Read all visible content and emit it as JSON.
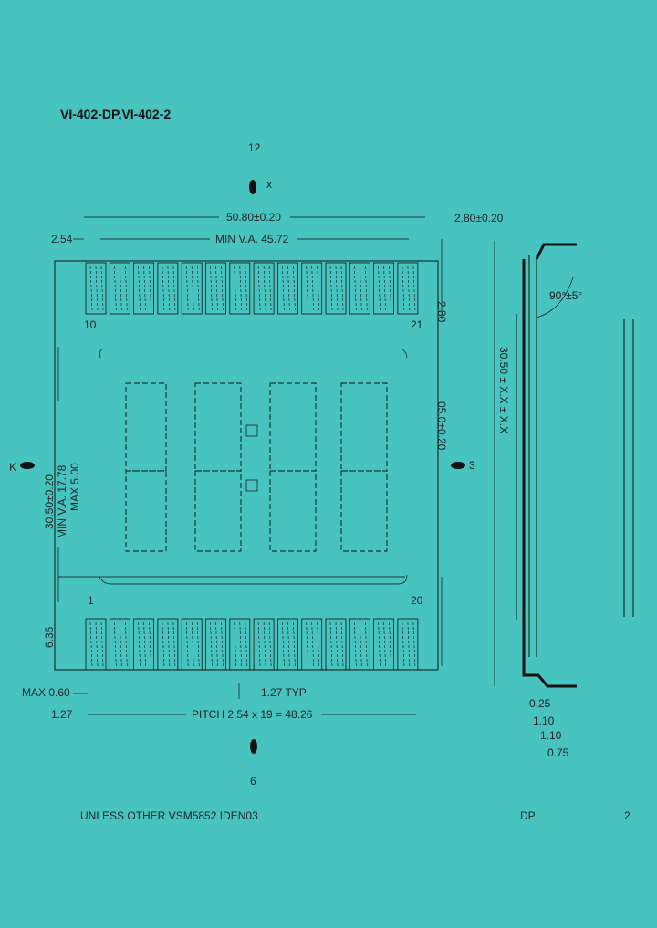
{
  "title": "VI-402-DP,VI-402-2",
  "pins": {
    "top_left": "10",
    "top_right": "21",
    "bottom_left": "1",
    "bottom_right": "20"
  },
  "dims": {
    "overall_width": "50.80±0.20",
    "view_area_width": "MIN V.A. 45.72",
    "edge_offset": "2.54",
    "height_left": "30.50±0.20",
    "va_height": "MIN V.A. 17.78",
    "max_height": "MAX 5.00",
    "height_right": "05.0±0.20",
    "pin_row_top": "2.80",
    "pin_row_bottom": "6.35",
    "pin_width_max": "MAX 0.60",
    "pin_typ": "1.27 TYP",
    "pin_offset": "1.27",
    "pitch": "PITCH 2.54 x 19 = 48.26",
    "thickness": "2.80±0.20",
    "angle": "90°±5°",
    "side_height": "30.50 ± X.X ± X.X",
    "lead_a": "0.25",
    "lead_b": "1.10",
    "lead_c": "1.10",
    "lead_d": "0.75"
  },
  "markers": {
    "top": "12",
    "left": "K",
    "right": "3",
    "bottom": "6"
  },
  "footer": {
    "note": "UNLESS OTHER VSM5852 IDEN03",
    "code_a": "DP",
    "code_b": "2"
  }
}
